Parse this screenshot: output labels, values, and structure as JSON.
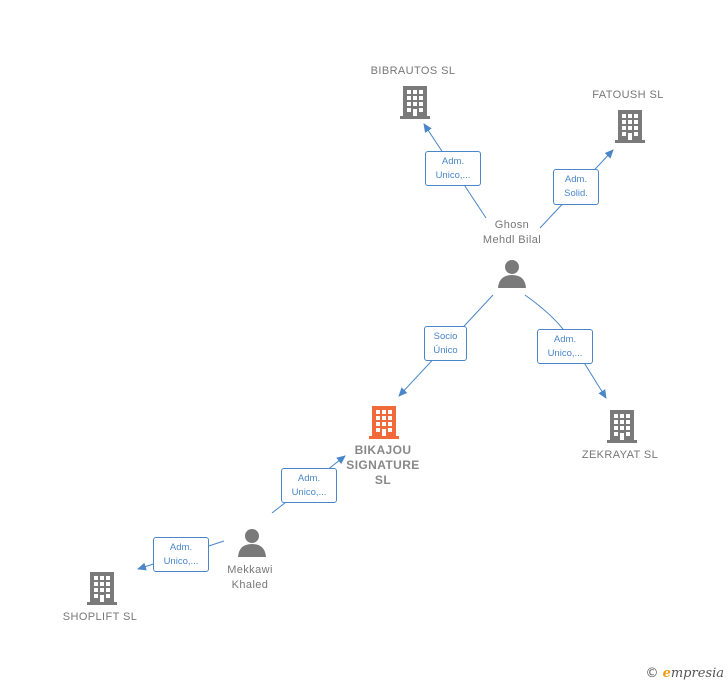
{
  "colors": {
    "company": "#7a7a7a",
    "focus_company": "#f06a3a",
    "person": "#7a7a7a",
    "edge": "#4a86c8"
  },
  "nodes": {
    "bibrautos": {
      "label": "BIBRAUTOS  SL",
      "icon": "building-icon"
    },
    "fatoush": {
      "label": "FATOUSH  SL",
      "icon": "building-icon"
    },
    "ghosn": {
      "label": "Ghosn\nMehdl Bilal",
      "icon": "person-icon"
    },
    "bikajou": {
      "label": "BIKAJOU\nSIGNATURE\nSL",
      "icon": "building-icon"
    },
    "zekrayat": {
      "label": "ZEKRAYAT  SL",
      "icon": "building-icon"
    },
    "mekkawi": {
      "label": "Mekkawi\nKhaled",
      "icon": "person-icon"
    },
    "shoplift": {
      "label": "SHOPLIFT  SL",
      "icon": "building-icon"
    }
  },
  "edges": {
    "ghosn_bibrautos": "Adm.\nUnico,...",
    "ghosn_fatoush": "Adm.\nSolid.",
    "ghosn_bikajou": "Socio\nÚnico",
    "ghosn_zekrayat": "Adm.\nUnico,...",
    "mekkawi_bikajou": "Adm.\nUnico,...",
    "mekkawi_shoplift": "Adm.\nUnico,..."
  },
  "watermark": {
    "copyright": "©",
    "brand_initial": "e",
    "brand_rest": "mpresia"
  }
}
